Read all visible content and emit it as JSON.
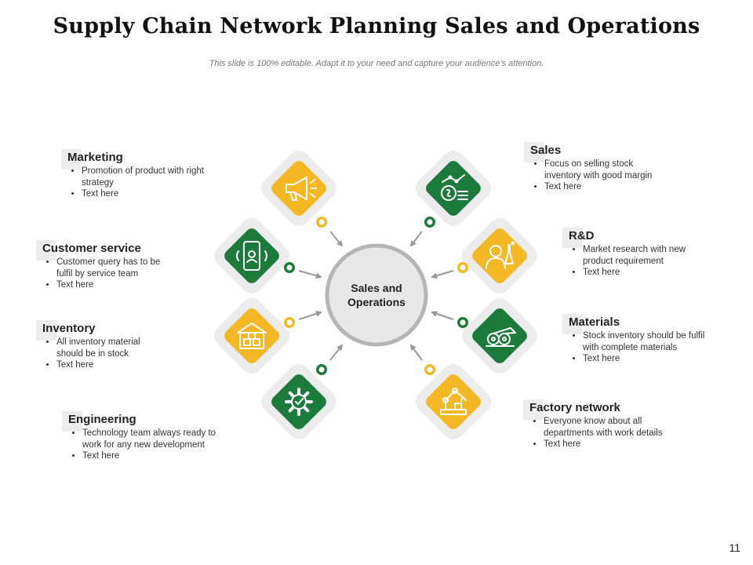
{
  "header": {
    "title": "Supply Chain Network Planning Sales and Operations",
    "subtitle": "This slide is 100% editable. Adapt it to your need and capture your audience’s attention."
  },
  "hub": {
    "label_line1": "Sales and",
    "label_line2": "Operations"
  },
  "colors": {
    "green": "#1c7a3c",
    "yellow": "#f4b824",
    "tile_bg": "#ececec",
    "hub_ring": "#b5b5b5",
    "hub_fill": "#e8e8e8"
  },
  "nodes": [
    {
      "title": "Marketing",
      "bullets": [
        "Promotion of product with right strategy",
        "Text here"
      ],
      "icon": "megaphone-icon"
    },
    {
      "title": "Customer service",
      "bullets": [
        "Customer query has to be fulfil by service team",
        "Text here"
      ],
      "icon": "mobile-support-icon"
    },
    {
      "title": "Inventory",
      "bullets": [
        "All inventory material should be in stock",
        "Text here"
      ],
      "icon": "warehouse-icon"
    },
    {
      "title": "Engineering",
      "bullets": [
        "Technology team always ready to work for any new development",
        "Text here"
      ],
      "icon": "gear-icon"
    },
    {
      "title": "Sales",
      "bullets": [
        "Focus on selling stock inventory with good margin",
        "Text here"
      ],
      "icon": "money-growth-icon"
    },
    {
      "title": "R&D",
      "bullets": [
        "Market research with new product requirement",
        "Text here"
      ],
      "icon": "researcher-icon"
    },
    {
      "title": "Materials",
      "bullets": [
        "Stock inventory should be fulfil with complete materials",
        "Text here"
      ],
      "icon": "rolls-icon"
    },
    {
      "title": "Factory network",
      "bullets": [
        "Everyone know about all departments with work details",
        "Text here"
      ],
      "icon": "robot-arm-icon"
    }
  ],
  "page_number": "11"
}
